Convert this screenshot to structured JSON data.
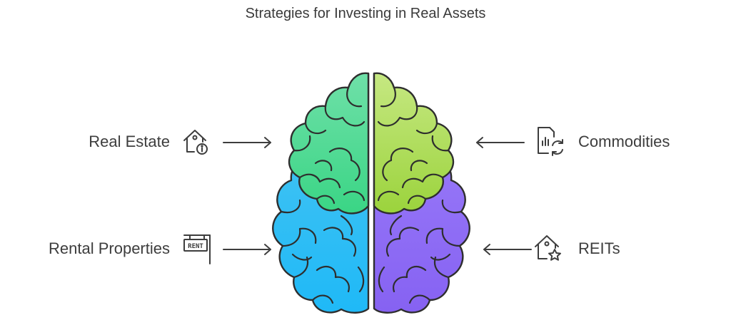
{
  "title": "Strategies for Investing in Real Assets",
  "items": [
    {
      "label": "Real Estate",
      "icon": "house-info-icon",
      "side": "left",
      "color": "#4fd38c"
    },
    {
      "label": "Rental Properties",
      "icon": "rent-sign-icon",
      "side": "left",
      "color": "#33c4f2"
    },
    {
      "label": "Commodities",
      "icon": "document-chart-refresh-icon",
      "side": "right",
      "color": "#a6d94a"
    },
    {
      "label": "REITs",
      "icon": "house-star-icon",
      "side": "right",
      "color": "#8f6ff7"
    }
  ],
  "rent_sign_text": "RENT"
}
